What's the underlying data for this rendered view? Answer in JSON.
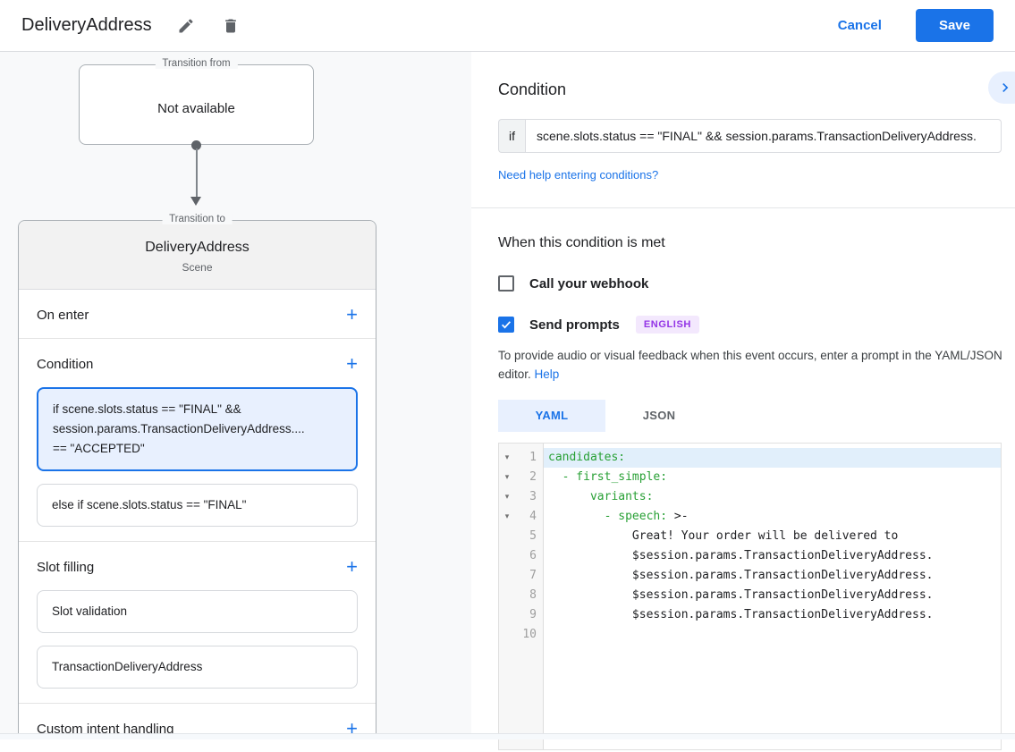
{
  "header": {
    "title": "DeliveryAddress",
    "cancel_label": "Cancel",
    "save_label": "Save"
  },
  "flow": {
    "from_label": "Transition from",
    "from_value": "Not available",
    "to_label": "Transition to",
    "scene_name": "DeliveryAddress",
    "scene_type": "Scene",
    "sections": {
      "on_enter": "On enter",
      "condition": "Condition",
      "slot_filling": "Slot filling",
      "custom_intent": "Custom intent handling"
    },
    "condition_cards": [
      {
        "lines": [
          "if scene.slots.status == \"FINAL\" &&",
          "session.params.TransactionDeliveryAddress....",
          "== \"ACCEPTED\""
        ]
      },
      {
        "lines": [
          "else if scene.slots.status == \"FINAL\""
        ]
      }
    ],
    "slot_cards": [
      {
        "label": "Slot validation"
      },
      {
        "label": "TransactionDeliveryAddress"
      }
    ]
  },
  "condition_panel": {
    "title": "Condition",
    "if_label": "if",
    "if_value": "scene.slots.status == \"FINAL\" && session.params.TransactionDeliveryAddress.",
    "help_link": "Need help entering conditions?"
  },
  "met_section": {
    "title": "When this condition is met",
    "webhook_label": "Call your webhook",
    "prompts_label": "Send prompts",
    "language_badge": "ENGLISH",
    "description": "To provide audio or visual feedback when this event occurs, enter a prompt in the YAML/JSON editor.",
    "help_label": "Help"
  },
  "editor": {
    "tabs": [
      {
        "label": "YAML"
      },
      {
        "label": "JSON"
      }
    ],
    "lines": [
      {
        "n": "1",
        "arrow": "▾",
        "green": "candidates:",
        "black": ""
      },
      {
        "n": "2",
        "arrow": "▾",
        "green": "  - first_simple:",
        "black": ""
      },
      {
        "n": "3",
        "arrow": "▾",
        "green": "      variants:",
        "black": ""
      },
      {
        "n": "4",
        "arrow": "▾",
        "green": "        - speech:",
        "black": " >-"
      },
      {
        "n": "5",
        "arrow": "",
        "green": "",
        "black": "            Great! Your order will be delivered to"
      },
      {
        "n": "6",
        "arrow": "",
        "green": "",
        "black": "            $session.params.TransactionDeliveryAddress."
      },
      {
        "n": "7",
        "arrow": "",
        "green": "",
        "black": "            $session.params.TransactionDeliveryAddress."
      },
      {
        "n": "8",
        "arrow": "",
        "green": "",
        "black": "            $session.params.TransactionDeliveryAddress."
      },
      {
        "n": "9",
        "arrow": "",
        "green": "",
        "black": "            $session.params.TransactionDeliveryAddress."
      },
      {
        "n": "10",
        "arrow": "",
        "green": "",
        "black": ""
      }
    ]
  }
}
